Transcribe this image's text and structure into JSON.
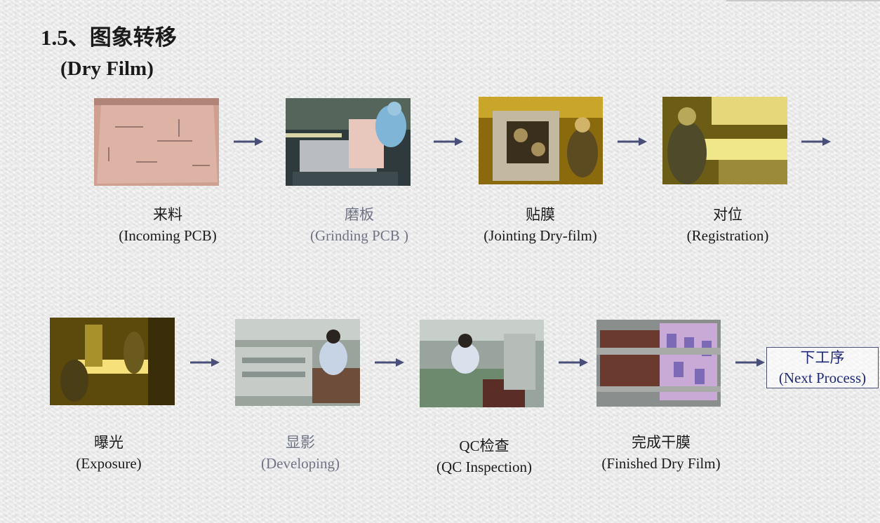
{
  "title": "1.5、图象转移",
  "subtitle": "(Dry Film)",
  "colors": {
    "arrow": "#4a4f7a",
    "next_process_text": "#1f2a7a",
    "gray_label": "#6f7385"
  },
  "steps": [
    {
      "cn": "来料",
      "en": "(Incoming PCB)",
      "photo_icon": "pcb-panel-photo"
    },
    {
      "cn": "磨板",
      "en": "(Grinding PCB )",
      "photo_icon": "grinding-machine-photo"
    },
    {
      "cn": "贴膜",
      "en": "(Jointing Dry-film)",
      "photo_icon": "laminator-photo"
    },
    {
      "cn": "对位",
      "en": "(Registration)",
      "photo_icon": "registration-table-photo"
    },
    {
      "cn": "曝光",
      "en": "(Exposure)",
      "photo_icon": "exposure-room-photo"
    },
    {
      "cn": "显影",
      "en": "(Developing)",
      "photo_icon": "developing-line-photo"
    },
    {
      "cn": "QC检查",
      "en": "(QC Inspection)",
      "photo_icon": "qc-inspection-photo"
    },
    {
      "cn": "完成干膜",
      "en": "(Finished Dry Film)",
      "photo_icon": "finished-panels-photo"
    }
  ],
  "next_process": {
    "cn": "下工序",
    "en": "(Next Process)"
  }
}
